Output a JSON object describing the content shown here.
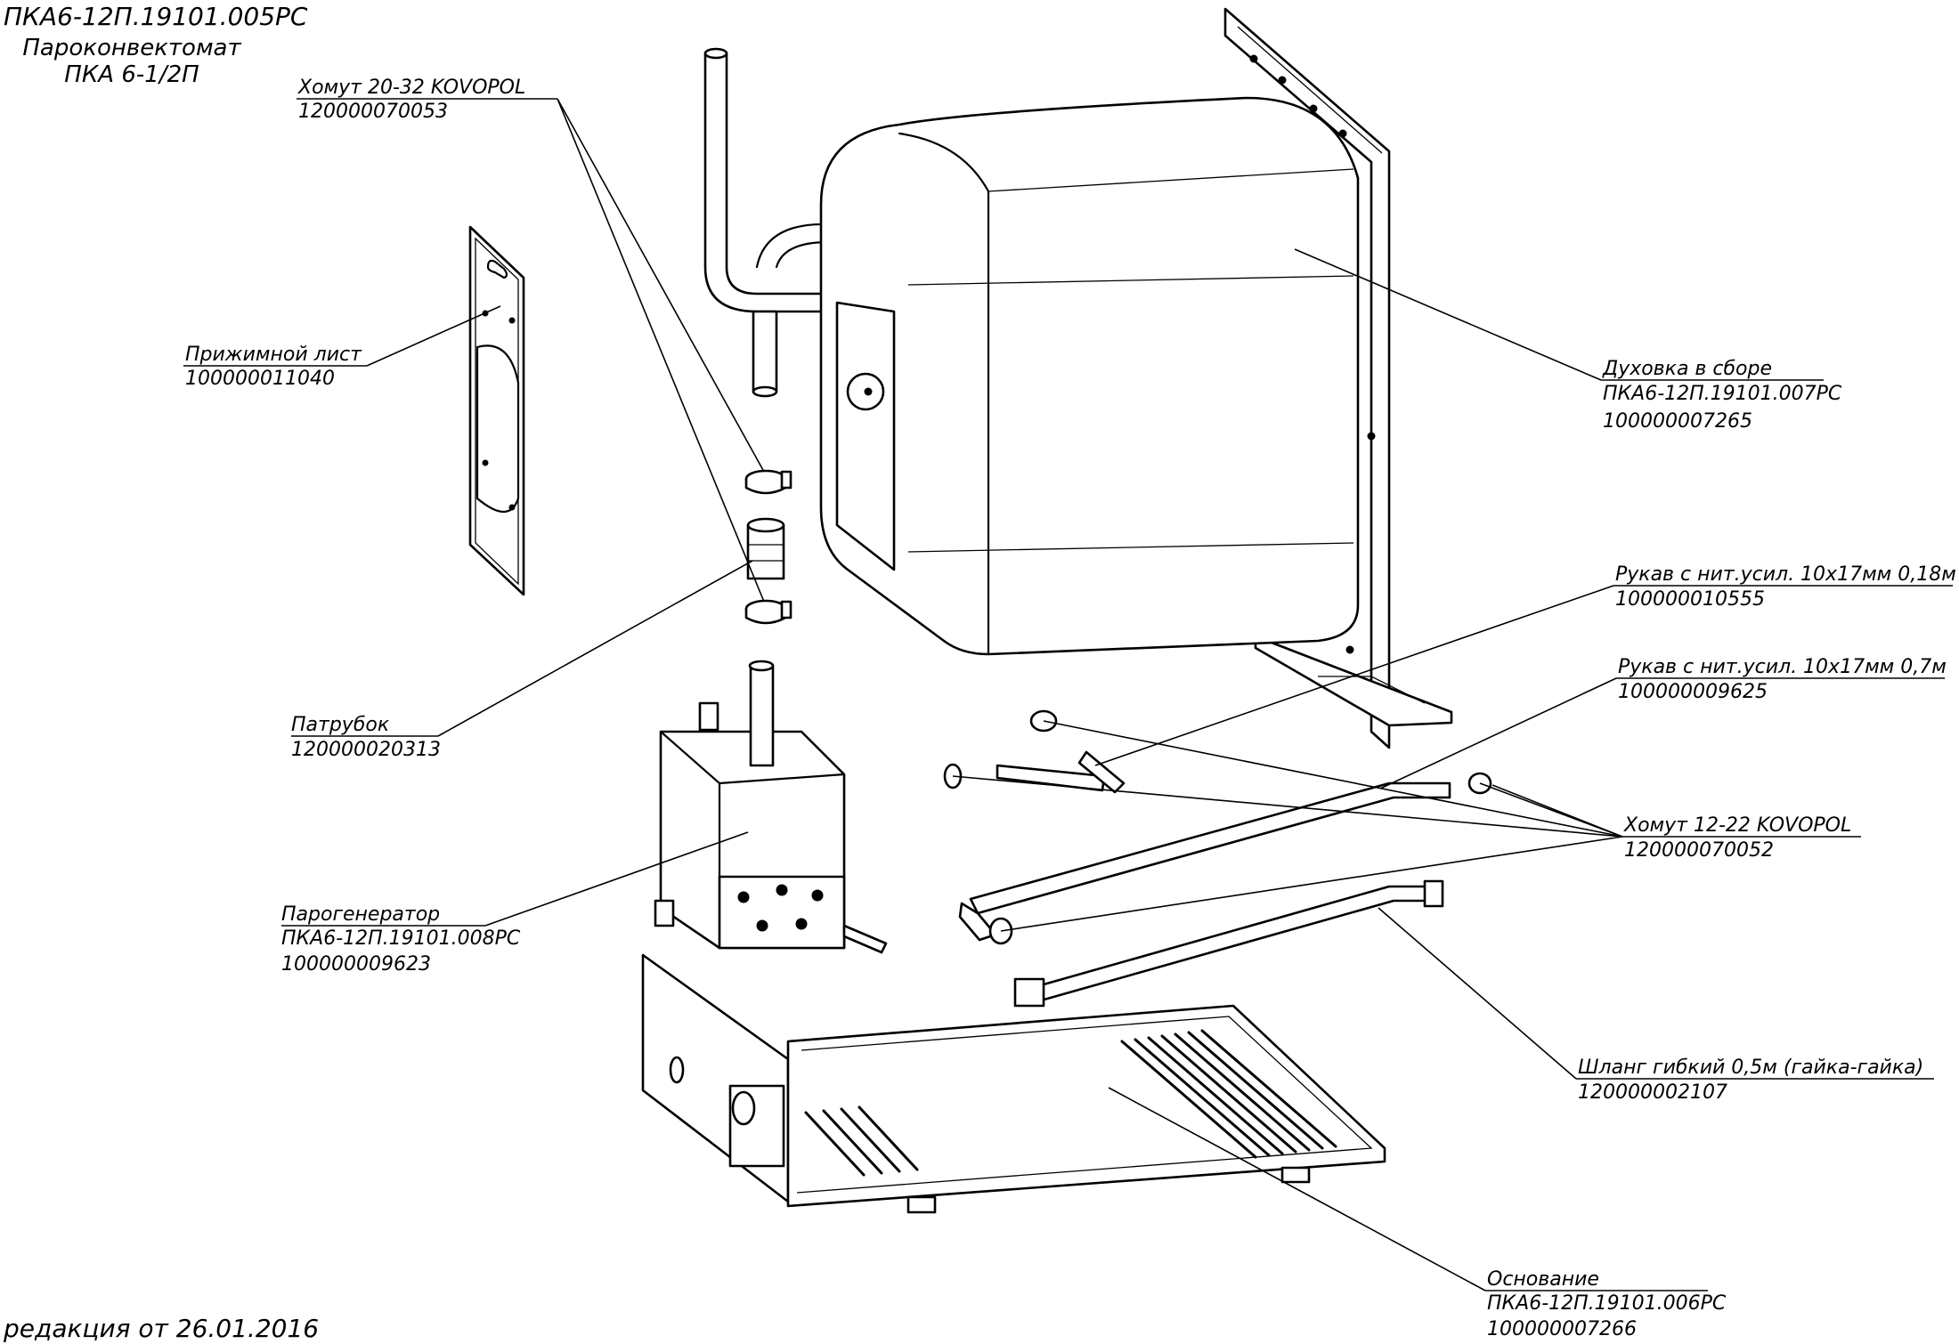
{
  "header": {
    "doc_code": "ПКА6-12П.19101.005РС",
    "product_type": "Пароконвектомат",
    "product_model": "ПКА 6-1/2П"
  },
  "footer": {
    "revision": "редакция от 26.01.2016"
  },
  "callouts": {
    "clamp_20_32": {
      "name": "Хомут 20-32 KOVOPOL",
      "code": "120000070053"
    },
    "press_sheet": {
      "name": "Прижимной лист",
      "code": "100000011040"
    },
    "nozzle": {
      "name": "Патрубок",
      "code": "120000020313"
    },
    "steam_generator": {
      "name": "Парогенератор",
      "doc": "ПКА6-12П.19101.008РС",
      "code": "100000009623"
    },
    "oven": {
      "name": "Духовка в сборе",
      "doc": "ПКА6-12П.19101.007РС",
      "code": "100000007265"
    },
    "sleeve_018": {
      "name": "Рукав с нит.усил. 10х17мм 0,18м",
      "code": "100000010555"
    },
    "sleeve_07": {
      "name": "Рукав с нит.усил. 10х17мм 0,7м",
      "code": "100000009625"
    },
    "clamp_12_22": {
      "name": "Хомут 12-22 KOVOPOL",
      "code": "120000070052"
    },
    "hose": {
      "name": "Шланг гибкий 0,5м (гайка-гайка)",
      "code": "120000002107"
    },
    "base": {
      "name": "Основание",
      "doc": "ПКА6-12П.19101.006РС",
      "code": "100000007266"
    }
  }
}
